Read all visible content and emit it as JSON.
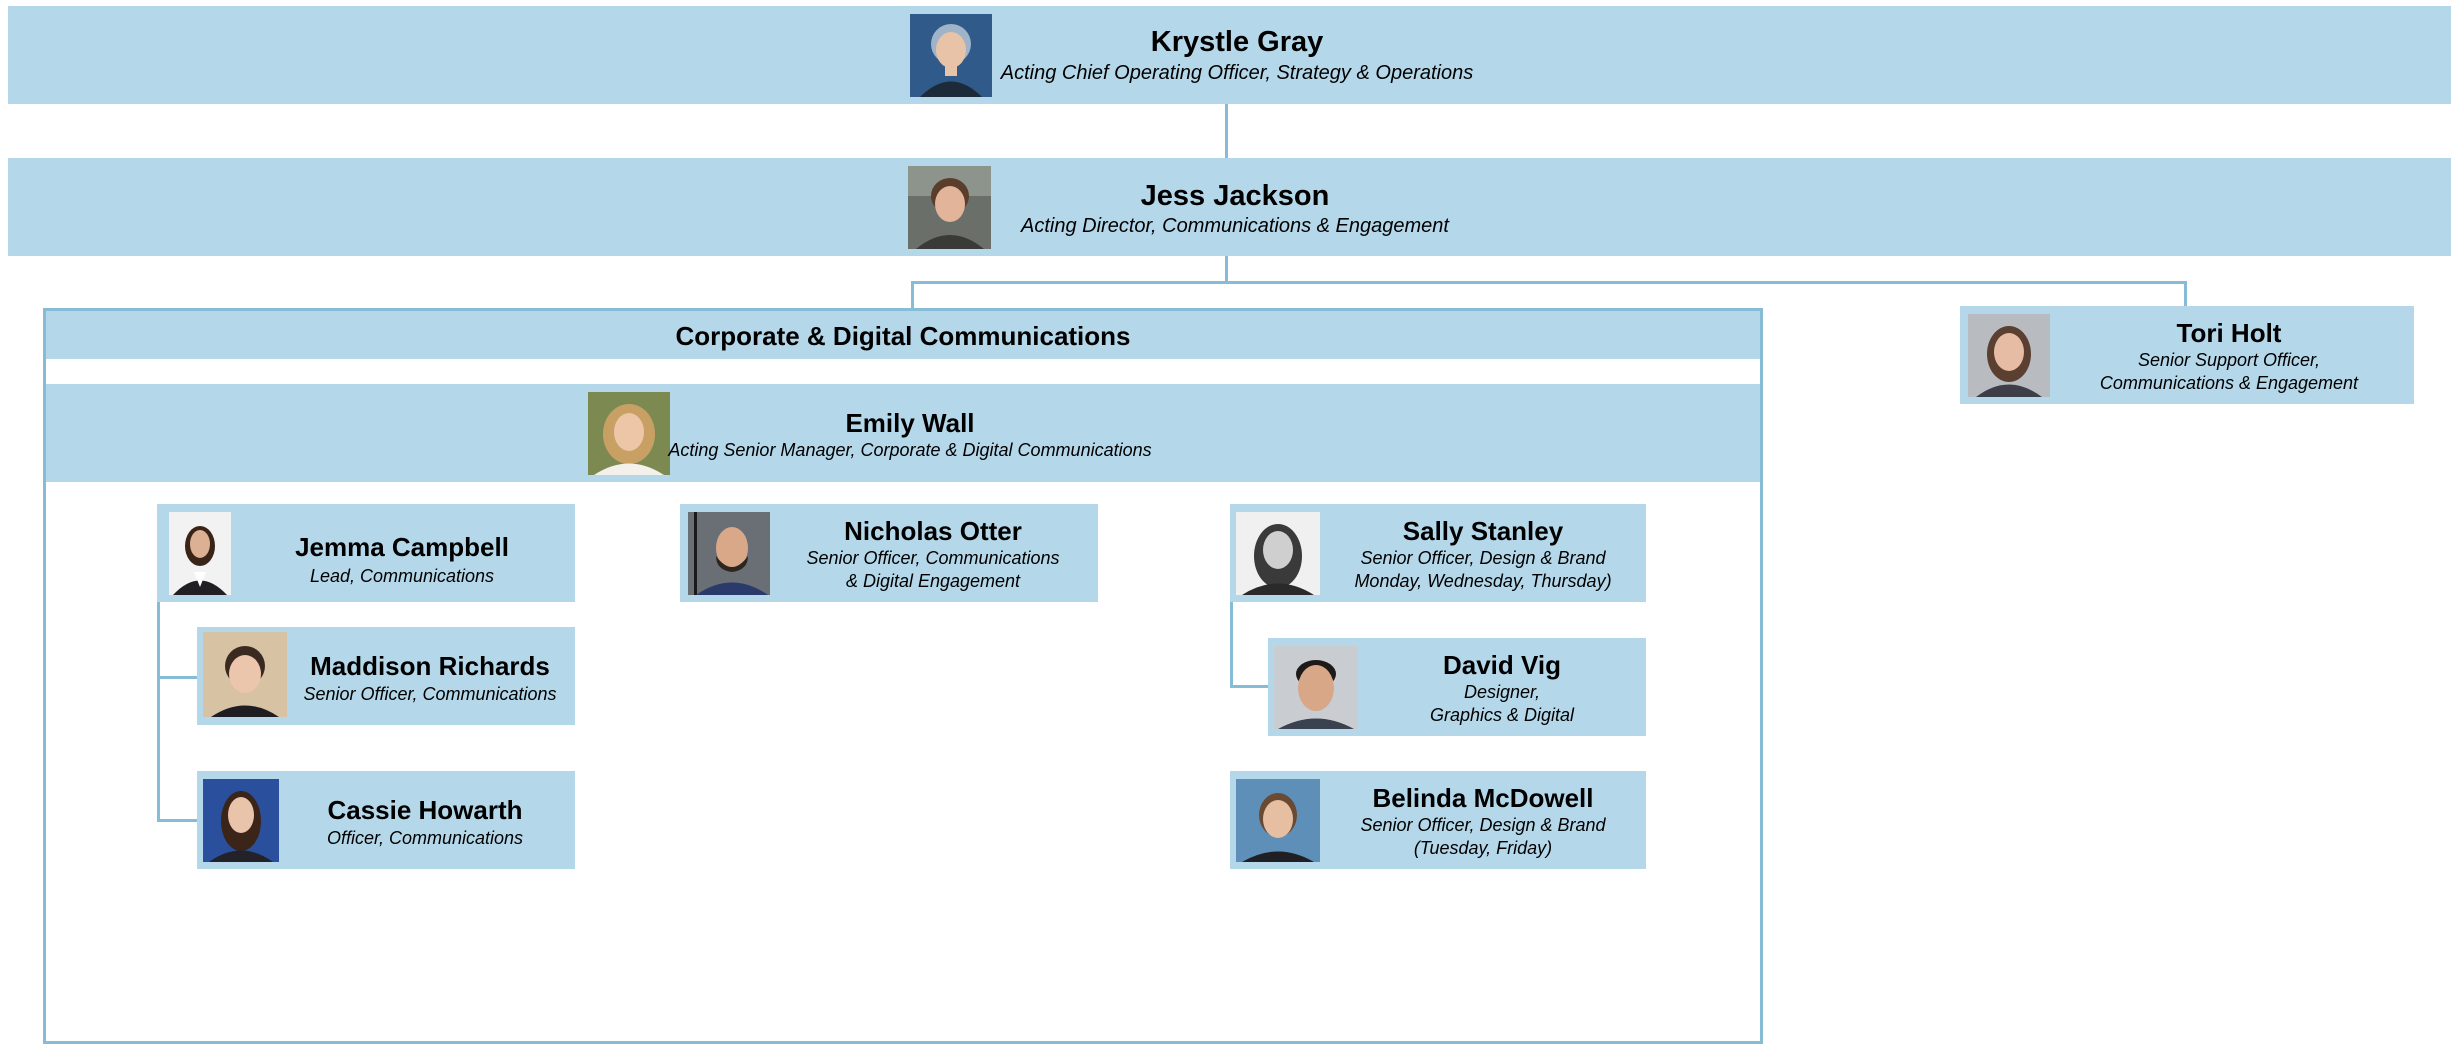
{
  "colors": {
    "box_fill": "#b4d8ea",
    "connector": "#86bcd6",
    "background": "#ffffff"
  },
  "people": {
    "krystle": {
      "name": "Krystle Gray",
      "title": "Acting Chief Operating Officer, Strategy & Operations",
      "photo_bg": "#2f5a8a",
      "skin": "#e9c3a8",
      "hair": "#9fb4c8"
    },
    "jess": {
      "name": "Jess Jackson",
      "title": "Acting Director, Communications & Engagement",
      "photo_bg": "#6b6f6a",
      "skin": "#e2b59a",
      "hair": "#5a3d2b"
    },
    "tori": {
      "name": "Tori Holt",
      "title_line1": "Senior Support Officer,",
      "title_line2": "Communications & Engagement",
      "photo_bg": "#b8bcc0",
      "skin": "#e6bca4",
      "hair": "#5b3f30"
    },
    "emily": {
      "name": "Emily Wall",
      "title": "Acting Senior Manager, Corporate & Digital Communications",
      "photo_bg": "#7c8a52",
      "skin": "#ecc6a6",
      "hair": "#c9a064"
    },
    "jemma": {
      "name": "Jemma Campbell",
      "title": "Lead, Communications",
      "photo_bg": "#f2f2f2",
      "skin": "#dbb093",
      "hair": "#3a2418"
    },
    "nicholas": {
      "name": "Nicholas Otter",
      "title_line1": "Senior Officer, Communications",
      "title_line2": "& Digital Engagement",
      "photo_bg": "#6a6f75",
      "skin": "#d9a888",
      "hair": "#2d2520"
    },
    "sally": {
      "name": "Sally Stanley",
      "title_line1": "Senior Officer, Design & Brand",
      "title_line2": "Monday, Wednesday, Thursday)",
      "photo_bg": "#f0f0f0",
      "skin": "#cfcfcf",
      "hair": "#3a3a3a"
    },
    "maddison": {
      "name": "Maddison Richards",
      "title": "Senior Officer, Communications",
      "photo_bg": "#d8c2a4",
      "skin": "#ecc6ac",
      "hair": "#3b2a20"
    },
    "david": {
      "name": "David Vig",
      "title_line1": "Designer,",
      "title_line2": "Graphics & Digital",
      "photo_bg": "#c9ccd0",
      "skin": "#d8a788",
      "hair": "#1e1a18"
    },
    "cassie": {
      "name": "Cassie Howarth",
      "title": "Officer, Communications",
      "photo_bg": "#2a4f9c",
      "skin": "#eac4aa",
      "hair": "#3b2418"
    },
    "belinda": {
      "name": "Belinda McDowell",
      "title_line1": "Senior Officer, Design & Brand",
      "title_line2": "(Tuesday, Friday)",
      "photo_bg": "#5e8fb8",
      "skin": "#e6bea2",
      "hair": "#6a4a32"
    }
  },
  "groups": {
    "corporate_digital": {
      "label": "Corporate & Digital Communications"
    }
  }
}
